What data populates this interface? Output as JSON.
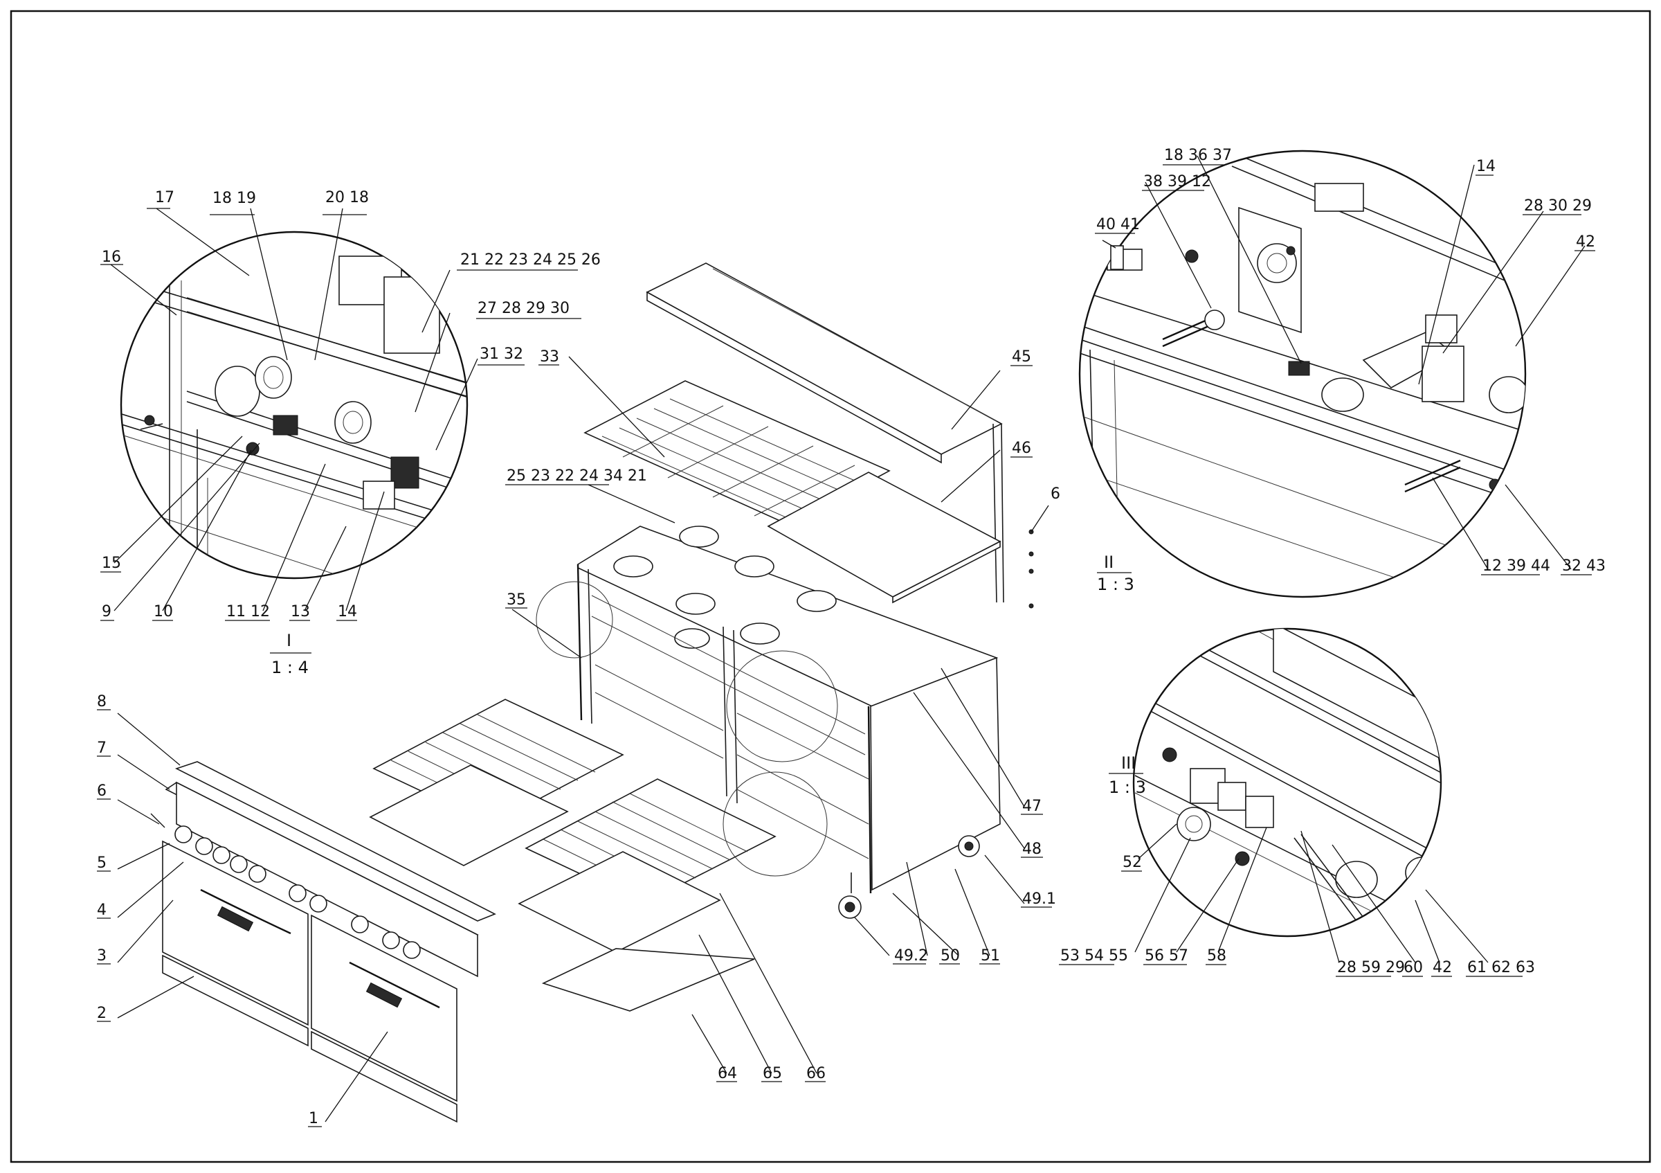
{
  "drawing": {
    "callouts": {
      "main": [
        "1",
        "2",
        "3",
        "4",
        "5",
        "6",
        "7",
        "8",
        "33",
        "35",
        "45",
        "46",
        "6",
        "47",
        "48",
        "49.1",
        "49.2",
        "50",
        "51",
        "64",
        "65",
        "66"
      ],
      "main_multi": "25 23 22 24 34 21",
      "detail_marks": [
        "I",
        "II",
        "III"
      ]
    },
    "detail_I": {
      "id": "I",
      "scale": "1 : 4",
      "labels": [
        "16",
        "17",
        "18 19",
        "20 18",
        "21 22 23 24 25 26",
        "27 28 29 30",
        "31 32",
        "15",
        "9",
        "10",
        "11 12",
        "13",
        "14"
      ]
    },
    "detail_II": {
      "id": "II",
      "scale": "1 : 3",
      "labels": [
        "18 36 37",
        "38 39 12",
        "40 41",
        "14",
        "28 30 29",
        "42",
        "12 39 44",
        "32 43"
      ]
    },
    "detail_III": {
      "id": "III",
      "scale": "1 : 3",
      "labels": [
        "52",
        "53 54 55",
        "56 57",
        "58",
        "28 59 29",
        "60",
        "42",
        "61 62 63"
      ]
    }
  }
}
